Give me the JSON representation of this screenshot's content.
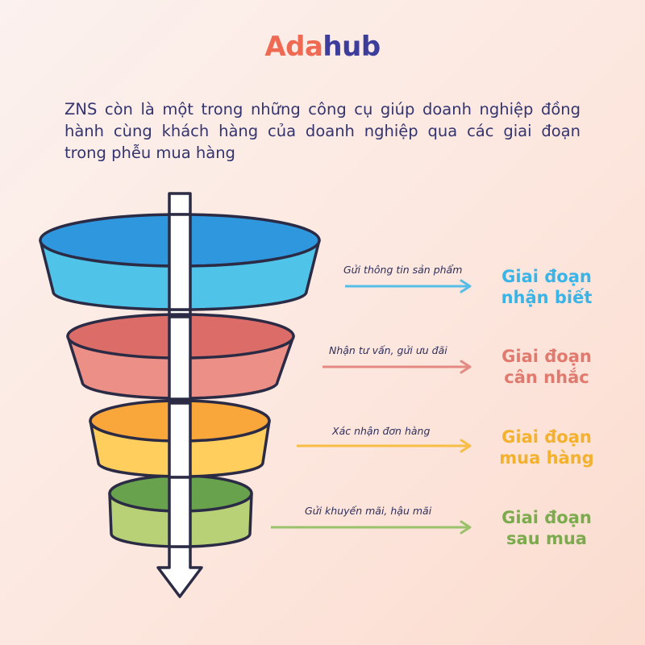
{
  "logo": {
    "part1": "Ada",
    "part2": "hub"
  },
  "intro_text": "ZNS còn là một trong những công cụ giúp doanh nghiệp đồng hành cùng khách hàng của doanh nghiệp qua các giai đoạn trong phễu mua hàng",
  "stages": [
    {
      "caption": "Gửi thông tin sản phẩm",
      "title_line1": "Giai đoạn",
      "title_line2": "nhận biết",
      "color": "#4fc3e8",
      "top_color": "#2f97dd",
      "text_color": "#3ab4e6",
      "arrow_color": "#56bde6"
    },
    {
      "caption": "Nhận tư vấn, gửi ưu đãi",
      "title_line1": "Giai đoạn",
      "title_line2": "cân nhắc",
      "color": "#ec8f86",
      "top_color": "#dc6c67",
      "text_color": "#e07a6e",
      "arrow_color": "#e38a82"
    },
    {
      "caption": "Xác nhận đơn hàng",
      "title_line1": "Giai đoạn",
      "title_line2": "mua hàng",
      "color": "#ffce5c",
      "top_color": "#f9a73a",
      "text_color": "#f3b12e",
      "arrow_color": "#f7be45"
    },
    {
      "caption": "Gửi khuyến mãi, hậu mãi",
      "title_line1": "Giai đoạn",
      "title_line2": "sau mua",
      "color": "#b9d176",
      "top_color": "#69a24c",
      "text_color": "#7cab4e",
      "arrow_color": "#99c26a"
    }
  ]
}
